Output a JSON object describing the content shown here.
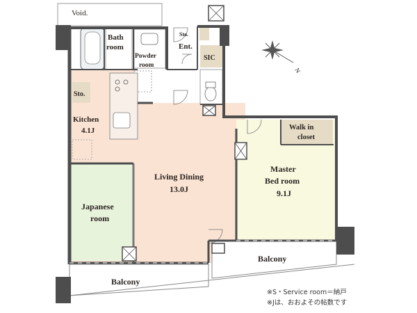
{
  "rooms": {
    "void": "Void.",
    "bath_line1": "Bath",
    "bath_line2": "room",
    "powder_line1": "Powder",
    "powder_line2": "room",
    "storage_small": "Sto.",
    "entrance": "Ent.",
    "sic": "SIC",
    "storage": "Sto.",
    "kitchen": "Kitchen",
    "kitchen_size": "4.1J",
    "walkin_line1": "Walk in",
    "walkin_line2": "closet",
    "living": "Living Dining",
    "living_size": "13.0J",
    "master_line1": "Master",
    "master_line2": "Bed room",
    "master_size": "9.1J",
    "japanese_line1": "Japanese",
    "japanese_line2": "room",
    "balcony_left": "Balcony",
    "balcony_right": "Balcony"
  },
  "compass": {
    "label": "N"
  },
  "notes": {
    "line1": "※S・Service room＝納戸",
    "line2": "※Jは、おおよその帖数です"
  },
  "colors": {
    "living": "#fbe3d3",
    "japanese": "#e8f3dc",
    "master": "#f9f9e0",
    "closet": "#e6dcc6",
    "wall": "#4d4d4d",
    "tile": "#dfe3e6"
  }
}
